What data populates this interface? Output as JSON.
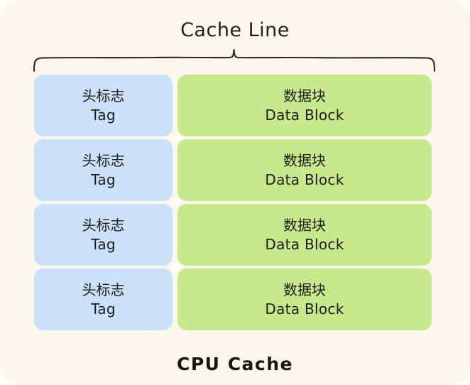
{
  "diagram": {
    "title": "Cache Line",
    "footer_label": "CPU Cache",
    "background_color": "#faf8ec",
    "tag_color": "#cbe0f9",
    "data_color": "#c7e98c",
    "text_color": "#1d1b16",
    "brace_color": "#2b2720",
    "rows": [
      {
        "tag": {
          "cn": "头标志",
          "en": "Tag"
        },
        "data": {
          "cn": "数据块",
          "en": "Data Block"
        }
      },
      {
        "tag": {
          "cn": "头标志",
          "en": "Tag"
        },
        "data": {
          "cn": "数据块",
          "en": "Data Block"
        }
      },
      {
        "tag": {
          "cn": "头标志",
          "en": "Tag"
        },
        "data": {
          "cn": "数据块",
          "en": "Data Block"
        }
      },
      {
        "tag": {
          "cn": "头标志",
          "en": "Tag"
        },
        "data": {
          "cn": "数据块",
          "en": "Data Block"
        }
      }
    ]
  }
}
